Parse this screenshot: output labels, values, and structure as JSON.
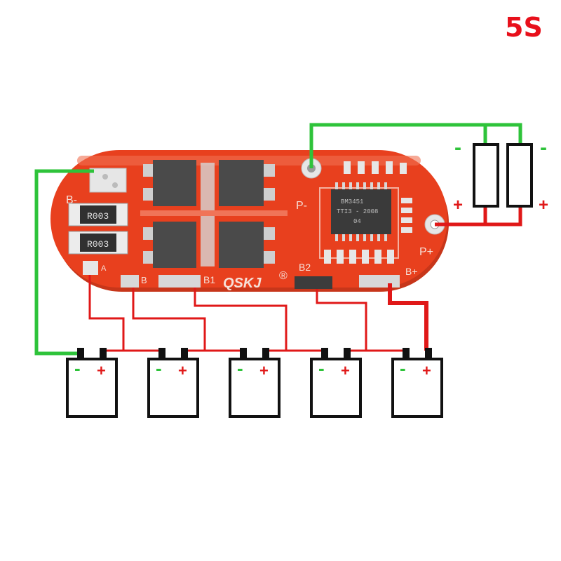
{
  "title": "5S",
  "board": {
    "brand": "QSKJ",
    "registered_mark": "®",
    "labels": {
      "b_minus": "B-",
      "p_minus": "P-",
      "p_plus": "P+",
      "b_plus": "B+",
      "b1": "B1",
      "b2": "B2",
      "a": "A",
      "b": "B"
    },
    "resistor_codes": [
      "R003",
      "R003"
    ],
    "ic_text": [
      "BM3451",
      "TTI3 - 2008",
      "04"
    ]
  },
  "load": {
    "minus_signs": [
      "-",
      "-"
    ],
    "plus_signs": [
      "+",
      "+"
    ]
  },
  "batteries": [
    {
      "minus": "-",
      "plus": "+"
    },
    {
      "minus": "-",
      "plus": "+"
    },
    {
      "minus": "-",
      "plus": "+"
    },
    {
      "minus": "-",
      "plus": "+"
    },
    {
      "minus": "-",
      "plus": "+"
    }
  ],
  "colors": {
    "title": "#e8101b",
    "board": "#e8401e",
    "board_edge": "#b82a10",
    "pad": "#d8d8d8",
    "mosfet": "#4a4a4a",
    "ic": "#3a3a3a",
    "green_wire": "#2ec33a",
    "red_wire": "#e01818",
    "black": "#111111",
    "plus_sign": "#e01818",
    "minus_sign": "#2ec33a"
  }
}
